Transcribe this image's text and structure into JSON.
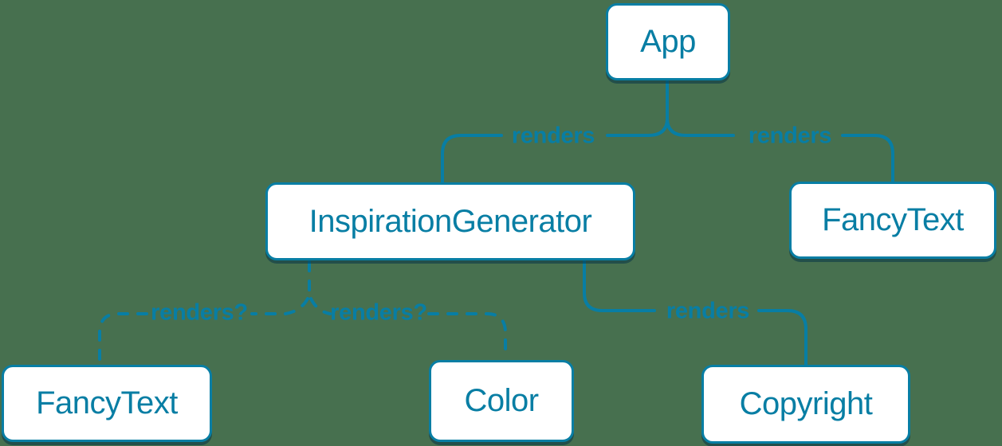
{
  "colors": {
    "accent": "#087ea4",
    "background": "#47704f",
    "node-fill": "#ffffff",
    "shadow": "rgba(6, 52, 71, 0.55)"
  },
  "diagram": {
    "type": "component-render-tree",
    "nodes": [
      {
        "id": "app",
        "label": "App"
      },
      {
        "id": "inspiration-generator",
        "label": "InspirationGenerator"
      },
      {
        "id": "fancy-text-top",
        "label": "FancyText"
      },
      {
        "id": "fancy-text-bottom",
        "label": "FancyText"
      },
      {
        "id": "color",
        "label": "Color"
      },
      {
        "id": "copyright",
        "label": "Copyright"
      }
    ],
    "edges": [
      {
        "from": "App",
        "to": "InspirationGenerator",
        "label": "renders",
        "style": "solid"
      },
      {
        "from": "App",
        "to": "FancyText",
        "label": "renders",
        "style": "solid"
      },
      {
        "from": "InspirationGenerator",
        "to": "FancyText",
        "label": "renders?",
        "style": "dashed"
      },
      {
        "from": "InspirationGenerator",
        "to": "Color",
        "label": "renders?",
        "style": "dashed"
      },
      {
        "from": "InspirationGenerator",
        "to": "Copyright",
        "label": "renders",
        "style": "solid"
      }
    ]
  }
}
